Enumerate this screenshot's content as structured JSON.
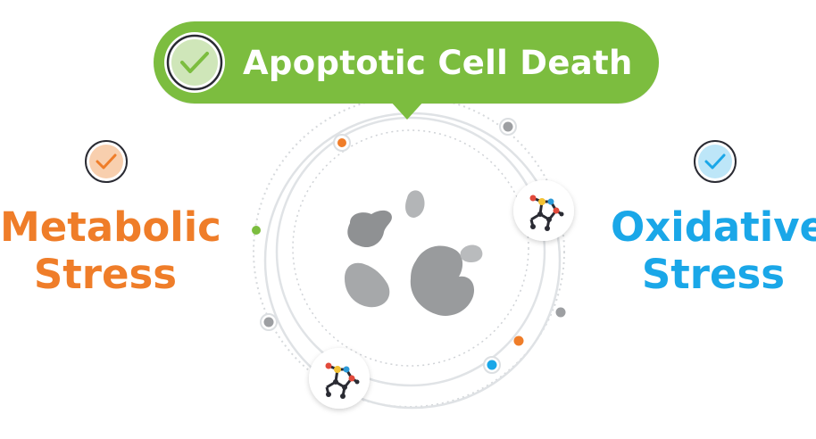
{
  "banner": {
    "title": "Apoptotic Cell Death",
    "color": "#7cbd3f",
    "icon": "check-icon"
  },
  "left_factor": {
    "line1": "Metabolic",
    "line2": "Stress",
    "color": "#ef7d29",
    "icon": "check-icon"
  },
  "right_factor": {
    "line1": "Oxidative",
    "line2": "Stress",
    "color": "#1aa7e8",
    "icon": "check-icon"
  },
  "center": {
    "cell": "cell-fragments-icon",
    "molecule": "molecule-icon"
  }
}
